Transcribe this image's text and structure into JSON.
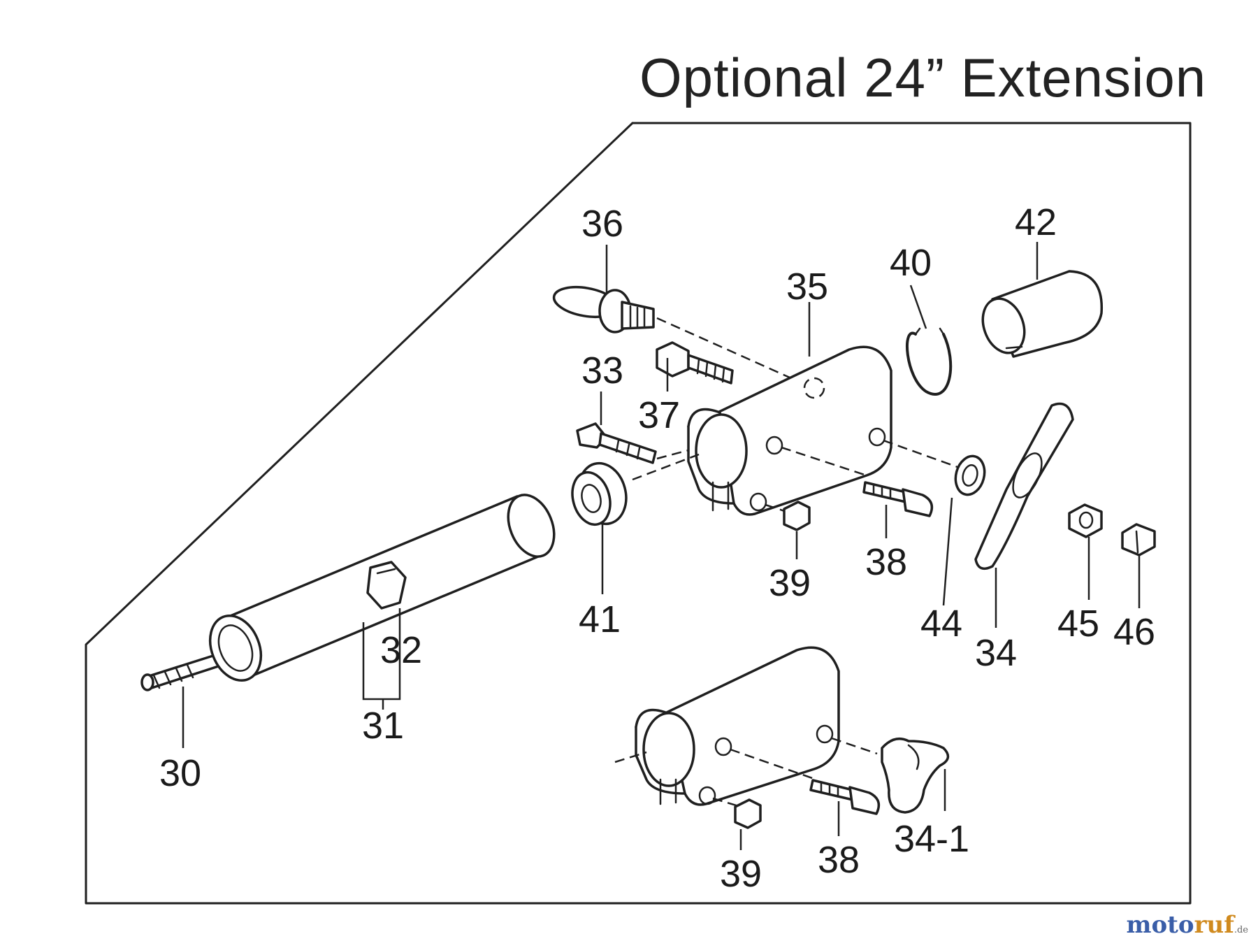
{
  "title": "Optional 24” Extension",
  "part_labels": {
    "p30": "30",
    "p31": "31",
    "p32": "32",
    "p33": "33",
    "p34": "34",
    "p34_1": "34-1",
    "p35": "35",
    "p36": "36",
    "p37": "37",
    "p38a": "38",
    "p38b": "38",
    "p39a": "39",
    "p39b": "39",
    "p40": "40",
    "p41": "41",
    "p42": "42",
    "p44": "44",
    "p45": "45",
    "p46": "46"
  },
  "watermark": {
    "brand_a": "moto",
    "brand_b": "ruf",
    "suffix": ".de"
  }
}
